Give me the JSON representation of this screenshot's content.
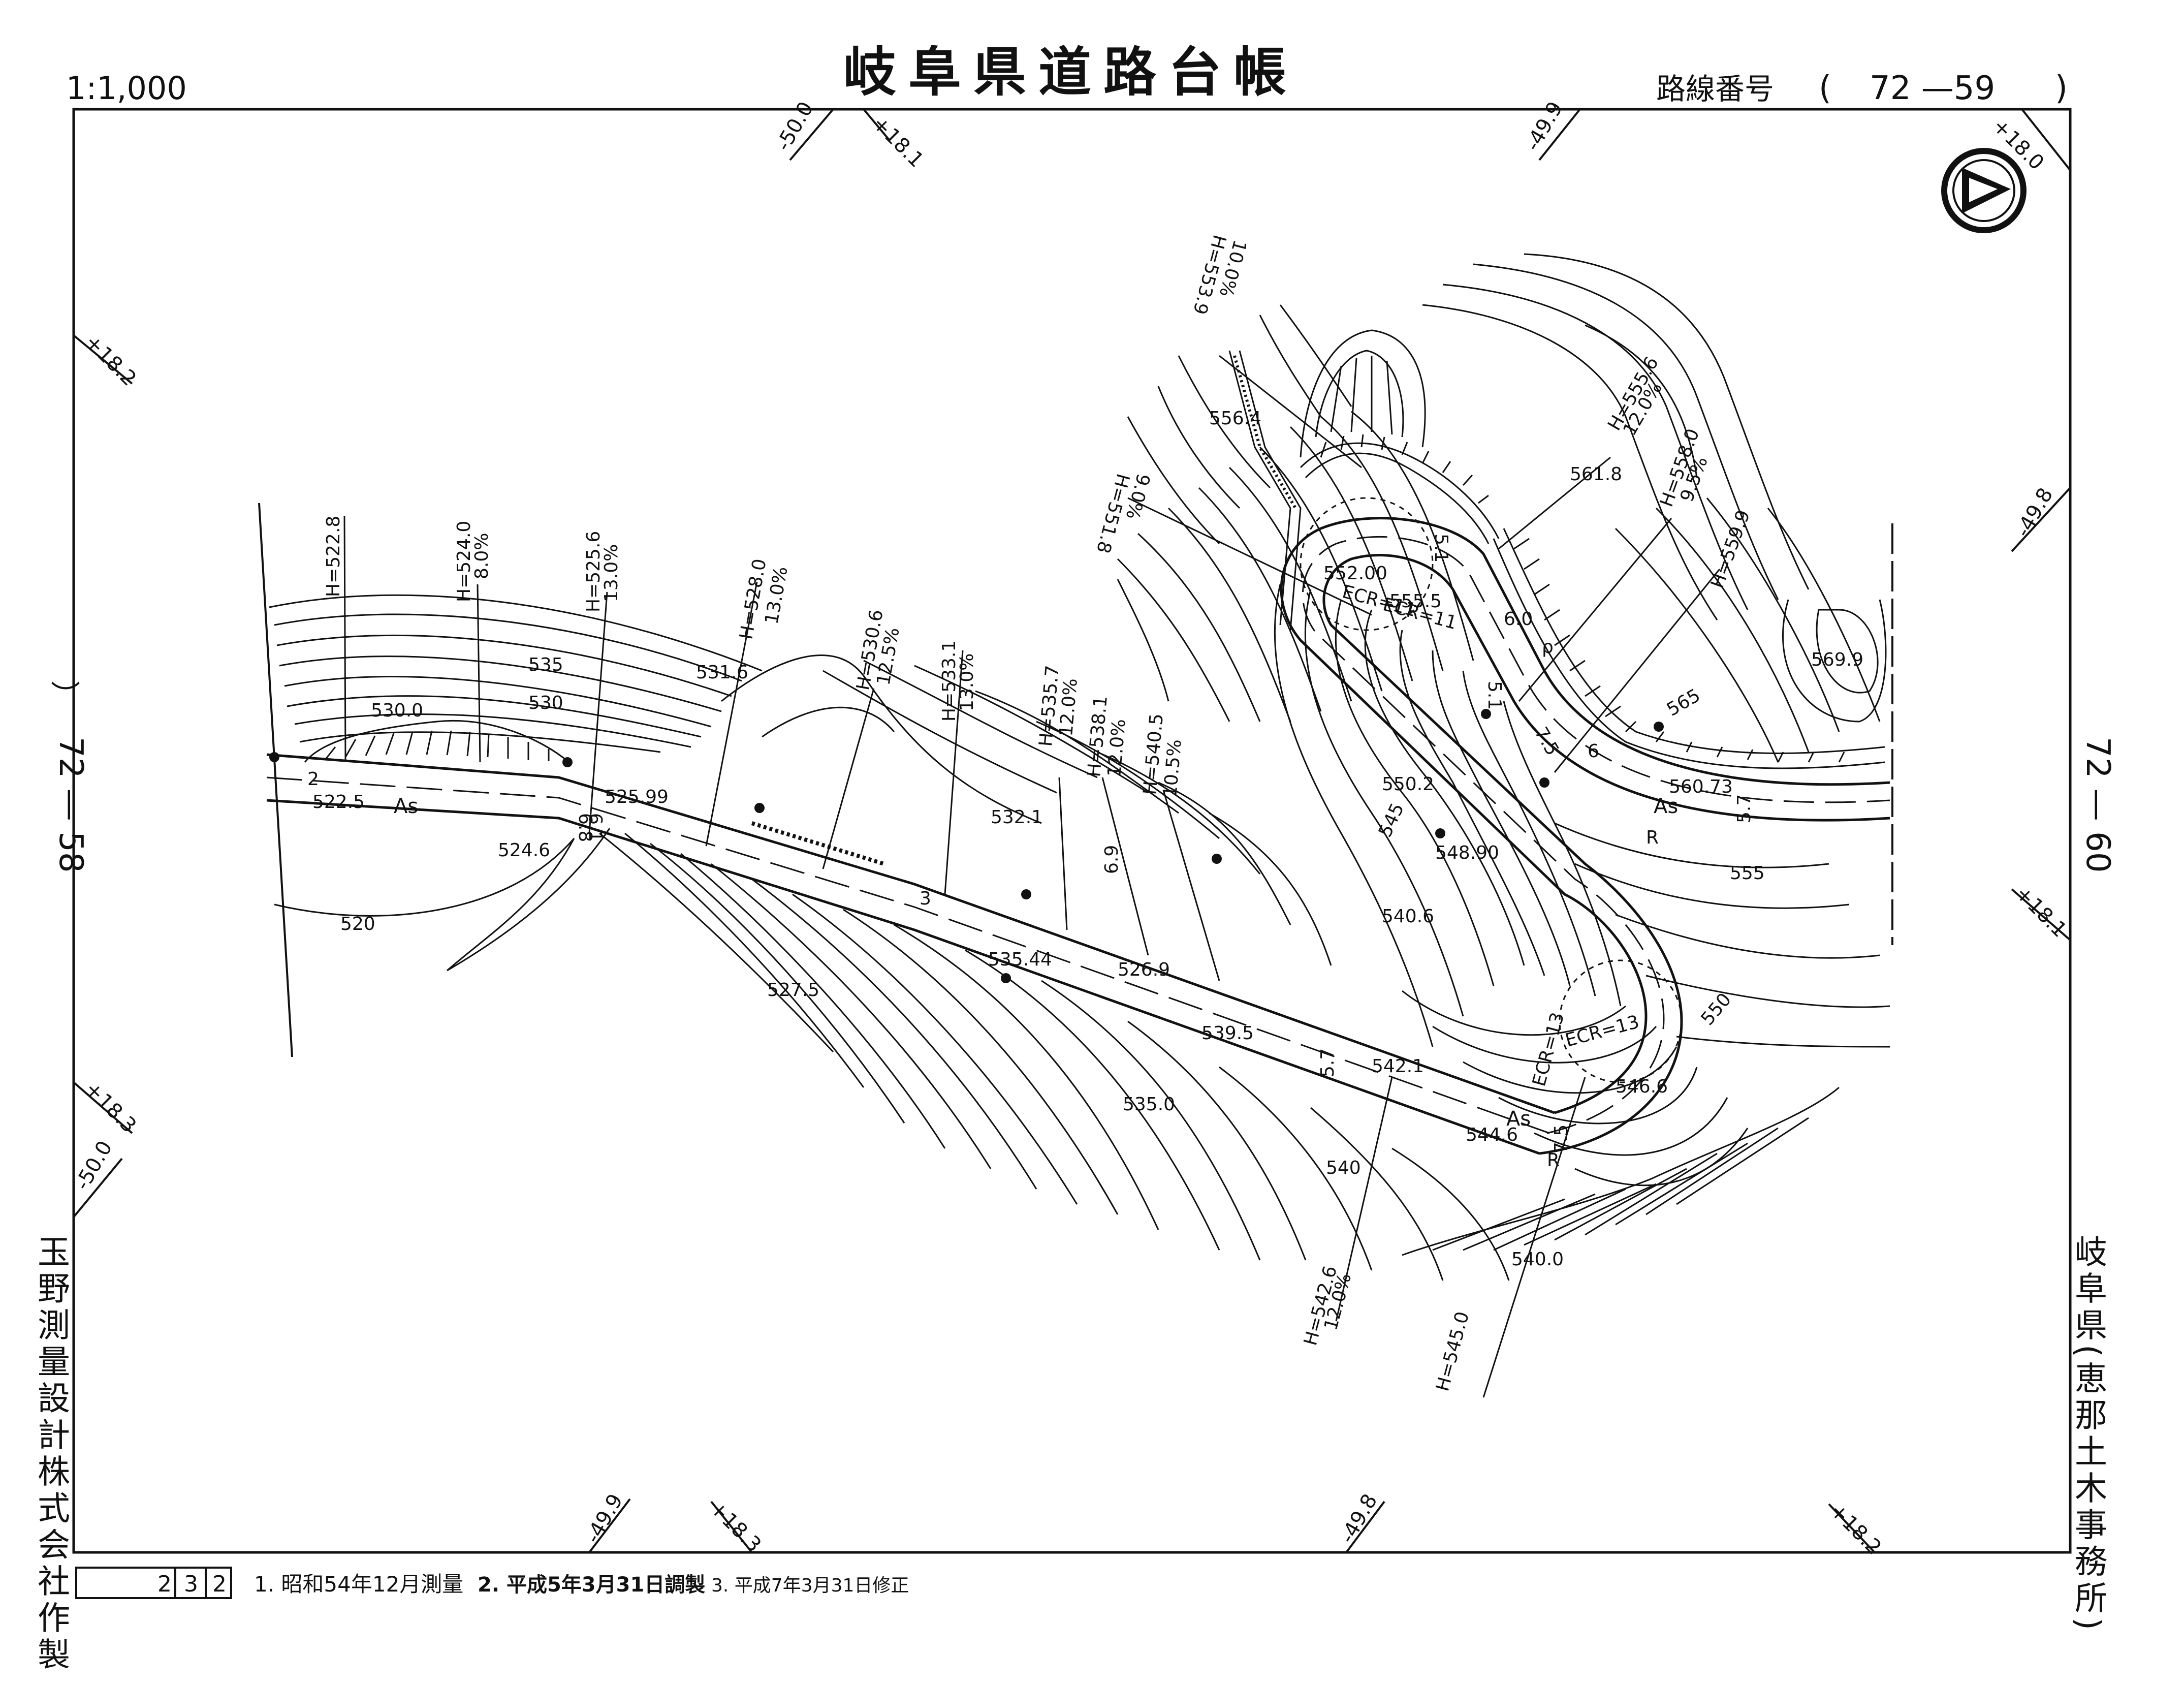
{
  "sheet": {
    "scale": "1:1,000",
    "title": "岐阜県道路台帳",
    "route_label": "路線番号",
    "route_number": "72 —59",
    "left_adjacent": "72 — 58",
    "right_adjacent": "72 — 60",
    "maker": "玉野測量設計株式会社作製",
    "office": "岐阜県(恵那土木事務所)",
    "sheet_index": [
      "2",
      "3",
      "2"
    ],
    "notes": [
      "1. 昭和54年12月測量",
      "2. 平成5年3月31日調製",
      "3. 平成7年3月31日修正"
    ],
    "north_arrow": "north-arrow-icon"
  },
  "grid_ticks": [
    "-50.0",
    "+18.1",
    "-49.9",
    "+18.0",
    "+18.2",
    "-49.8",
    "+18.1",
    "+18.3",
    "-50.0",
    "-49.9",
    "+18.3",
    "-49.8",
    "+18.2"
  ],
  "road_labels": {
    "pavement": [
      "As",
      "As",
      "As"
    ],
    "curves": [
      "ECR=11",
      "ECR=11",
      "ECR=13",
      "ECR=13"
    ],
    "widths": [
      "6.8",
      "6.1",
      "6.0",
      "5.1",
      "7.5",
      "6",
      "5.7",
      "5.7",
      "3",
      "2",
      "7.5",
      "5.1",
      "6.9"
    ]
  },
  "slope_notes": [
    {
      "h": "H=522.8",
      "g": ""
    },
    {
      "h": "H=524.0",
      "g": "8.0%"
    },
    {
      "h": "H=525.6",
      "g": "13.0%"
    },
    {
      "h": "H=528.0",
      "g": "13.0%"
    },
    {
      "h": "H=530.6",
      "g": "12.5%"
    },
    {
      "h": "H=533.1",
      "g": "13.0%"
    },
    {
      "h": "H=535.7",
      "g": "12.0%"
    },
    {
      "h": "H=538.1",
      "g": "12.0%"
    },
    {
      "h": "H=540.5",
      "g": "10.5%"
    },
    {
      "h": "H=542.6",
      "g": "12.0%"
    },
    {
      "h": "H=545.0",
      "g": ""
    },
    {
      "h": "H=551.8",
      "g": "9.0%"
    },
    {
      "h": "H=553.9",
      "g": "10.0%"
    },
    {
      "h": "H=555.6",
      "g": "12.0%"
    },
    {
      "h": "H=558.0",
      "g": "9.5%"
    },
    {
      "h": "H=559.9",
      "g": ""
    }
  ],
  "elevations": [
    "530.0",
    "535",
    "530",
    "531.6",
    "522.5",
    "525.99",
    "524.6",
    "520",
    "527.5",
    "532.1",
    "535.44",
    "526.9",
    "539.5",
    "542.1",
    "535.0",
    "544.6",
    "540",
    "540.0",
    "540.6",
    "545",
    "548.90",
    "550.2",
    "550",
    "546.6",
    "555",
    "552.00",
    "555.5",
    "556.4",
    "561.8",
    "560.73",
    "565",
    "569.9"
  ],
  "symbols": {
    "cut": "R",
    "slope": "ρ"
  }
}
